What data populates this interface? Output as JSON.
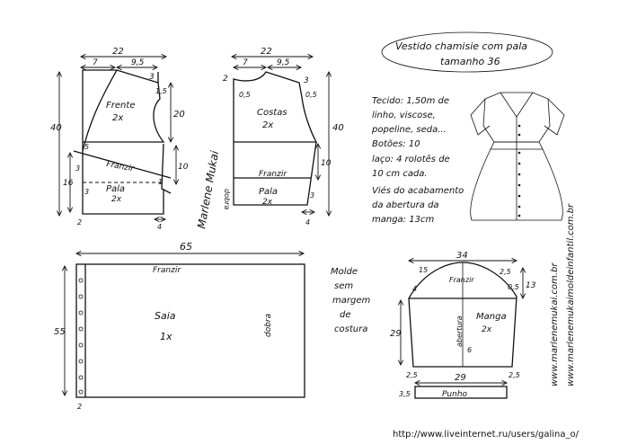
{
  "title": {
    "line1": "Vestido chamisie com pala",
    "line2": "tamanho 36"
  },
  "materials": {
    "fabric_1": "Tecido: 1,50m de",
    "fabric_2": "linho, viscose,",
    "fabric_3": "popeline, seda...",
    "buttons": "Botões: 10",
    "bow_1": "laço: 4 rolotês de",
    "bow_2": "10 cm cada.",
    "bias_1": "Viés do acabamento",
    "bias_2": "da abertura da",
    "bias_3": "manga: 13cm"
  },
  "front": {
    "label": "Frente",
    "count": "2x",
    "width": "22",
    "neck": "7",
    "shoulder": "9,5",
    "top": "3",
    "side": "1,5",
    "armhole_depth": "20",
    "height": "40",
    "lower": "10",
    "pala_h": "16",
    "pala_3": "3",
    "pala_label": "Pala",
    "pala_count": "2x",
    "franzir": "Franzir",
    "bottom_2": "2",
    "bottom_4": "4",
    "left_3": "3",
    "small_5": "5",
    "small_1": "1"
  },
  "back": {
    "label": "Costas",
    "count": "2x",
    "width": "22",
    "neck": "7",
    "shoulder": "9,5",
    "top_left": "2",
    "top_right": "3",
    "side": "0,5",
    "side2": "0,5",
    "height": "40",
    "lower": "10",
    "pala_label": "Pala",
    "pala_count": "2x",
    "franzir": "Franzir",
    "dobra": "dobra",
    "pala_3": "3",
    "bottom_4": "4"
  },
  "skirt": {
    "label": "Saia",
    "count": "1x",
    "width": "65",
    "height": "55",
    "franzir": "Franzir",
    "dobra": "dobra",
    "bottom_2": "2"
  },
  "note": {
    "l1": "Molde",
    "l2": "sem",
    "l3": "margem",
    "l4": "de",
    "l5": "costura"
  },
  "sleeve": {
    "label": "Manga",
    "count": "2x",
    "width": "34",
    "cap_left": "15",
    "cap_right": "2,5",
    "cap_in": "4",
    "cap_rin": "0,5",
    "side": "13",
    "height": "29",
    "franzir": "Franzir",
    "abertura": "abertura",
    "ab_len": "6",
    "bottom_left": "2,5",
    "bottom_right": "2,5",
    "cuff_width": "29",
    "cuff_h": "3,5",
    "cuff_label": "Punho"
  },
  "signature": "Marlene Mukai",
  "website_1": "www.marlenemukai.com.br",
  "website_2": "www.marlenemukaimoldeinfantil.com.br",
  "footer_url": "http://www.liveinternet.ru/users/galina_o/"
}
